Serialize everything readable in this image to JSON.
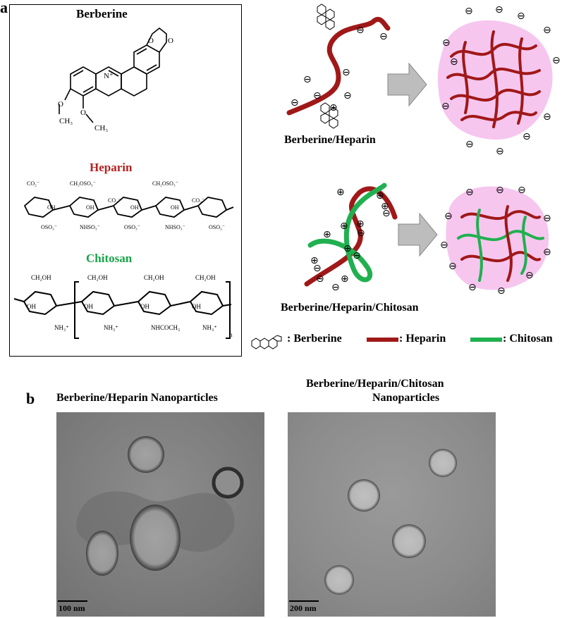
{
  "panels": {
    "a": "a",
    "b": "b"
  },
  "structures": {
    "berberine_title": "Berberine",
    "heparin_title": "Heparin",
    "chitosan_title": "Chitosan",
    "heparin_color": "#b22222",
    "chitosan_color": "#1aa34a",
    "berberine_labels": [
      "N⁺",
      "O",
      "O",
      "O",
      "O",
      "CH₃",
      "CH₃"
    ],
    "heparin_labels": [
      "CO₂⁻",
      "CH₂OSO₃⁻",
      "CH₂OSO₃⁻",
      "OH",
      "OH",
      "CO₂⁻",
      "OH",
      "CO₂⁻",
      "OH",
      "OSO₃⁻",
      "NHSO₃⁻",
      "OSO₃⁻",
      "NHSO₃⁻",
      "OSO₃⁻"
    ],
    "chitosan_labels": [
      "CH₂OH",
      "CH₂OH",
      "CH₂OH",
      "CH₂OH",
      "OH",
      "OH",
      "OH",
      "OH",
      "NH₃⁺",
      "NH₃⁺",
      "NHCOCH₃",
      "NH₃⁺",
      "n"
    ]
  },
  "schemes": {
    "berberine_heparin_label": "Berberine/Heparin",
    "berberine_heparin_chitosan_label": "Berberine/Heparin/Chitosan",
    "minus_sign": "⊖",
    "plus_sign": "⊕",
    "particle_color": "#f6c6ef",
    "heparin_strand_color": "#a01818",
    "chitosan_strand_color": "#20b050",
    "arrow_color": "#bdbdbd"
  },
  "legend": {
    "berberine": ": Berberine",
    "heparin": ": Heparin",
    "chitosan": ": Chitosan"
  },
  "tem": {
    "left_title": "Berberine/Heparin Nanoparticles",
    "right_title_line1": "Berberine/Heparin/Chitosan",
    "right_title_line2": "Nanoparticles",
    "left_scale": "100 nm",
    "right_scale": "200 nm"
  }
}
